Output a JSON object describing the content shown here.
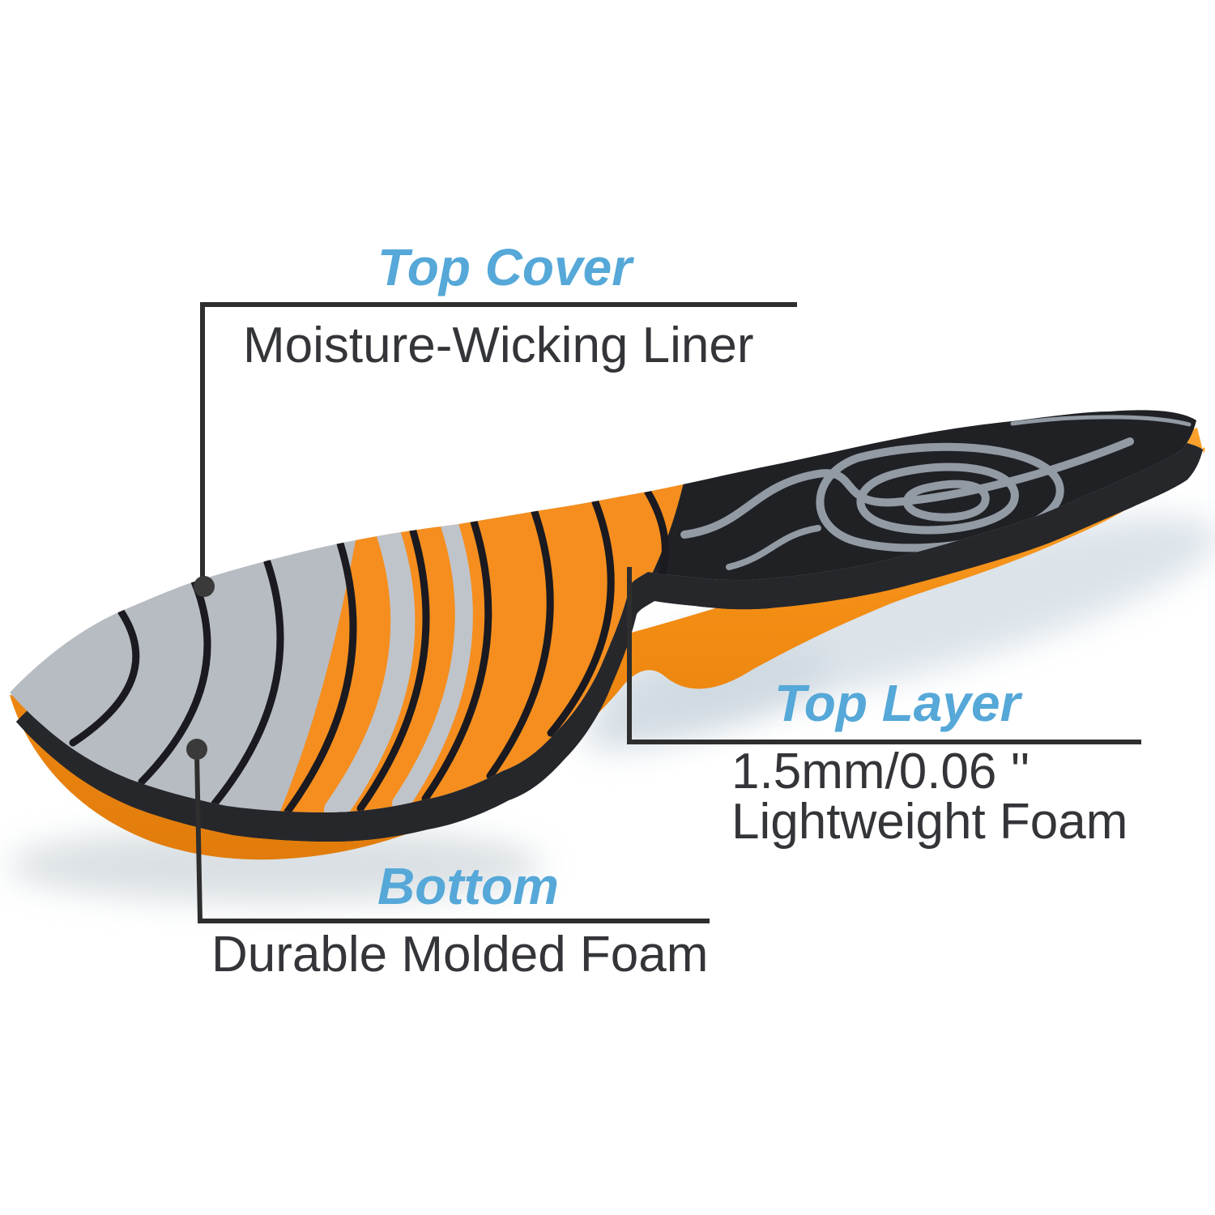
{
  "page": {
    "background": "#ffffff"
  },
  "callouts": {
    "top_cover": {
      "title": "Top Cover",
      "description": "Moisture-Wicking Liner"
    },
    "top_layer": {
      "title": "Top Layer",
      "thickness": "1.5mm/0.06 ''",
      "description": "Lightweight Foam"
    },
    "bottom": {
      "title": "Bottom",
      "description": "Durable Molded Foam"
    }
  },
  "colors": {
    "label_blue": "#55a8d8",
    "text_dark": "#333538",
    "leader_line": "#2e2e2e",
    "marker_dot": "#3a3a3a",
    "foam_orange": "#f79420",
    "fabric_gray": "#b7bbc2",
    "fabric_orange": "#f58e1e",
    "fabric_black": "#202125",
    "stripe_black": "#1a1a20",
    "swirl_gray": "#929aa4",
    "shadow_gray": "#d3dce3"
  }
}
